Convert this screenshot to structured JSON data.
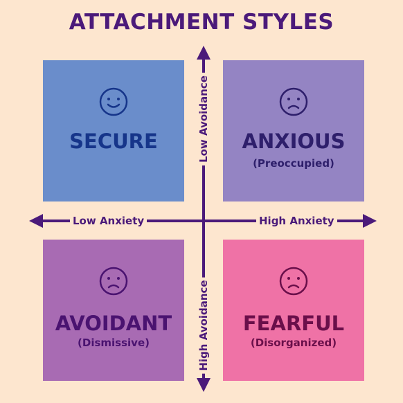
{
  "title": "ATTACHMENT STYLES",
  "axes": {
    "x_left": "Low Anxiety",
    "x_right": "High Anxiety",
    "y_top": "Low Avoidance",
    "y_bottom": "High Avoidance"
  },
  "quadrants": [
    {
      "name": "SECURE",
      "subtitle": "",
      "face": "smile-face-icon",
      "color": "#6a8dcb"
    },
    {
      "name": "ANXIOUS",
      "subtitle": "(Preoccupied)",
      "face": "frown-face-icon",
      "color": "#9484c3"
    },
    {
      "name": "AVOIDANT",
      "subtitle": "(Dismissive)",
      "face": "frown-face-icon",
      "color": "#a86bb3"
    },
    {
      "name": "FEARFUL",
      "subtitle": "(Disorganized)",
      "face": "frown-face-icon",
      "color": "#ef72a6"
    }
  ],
  "colors": {
    "background": "#fde6cf",
    "axis": "#4b1a7a"
  }
}
